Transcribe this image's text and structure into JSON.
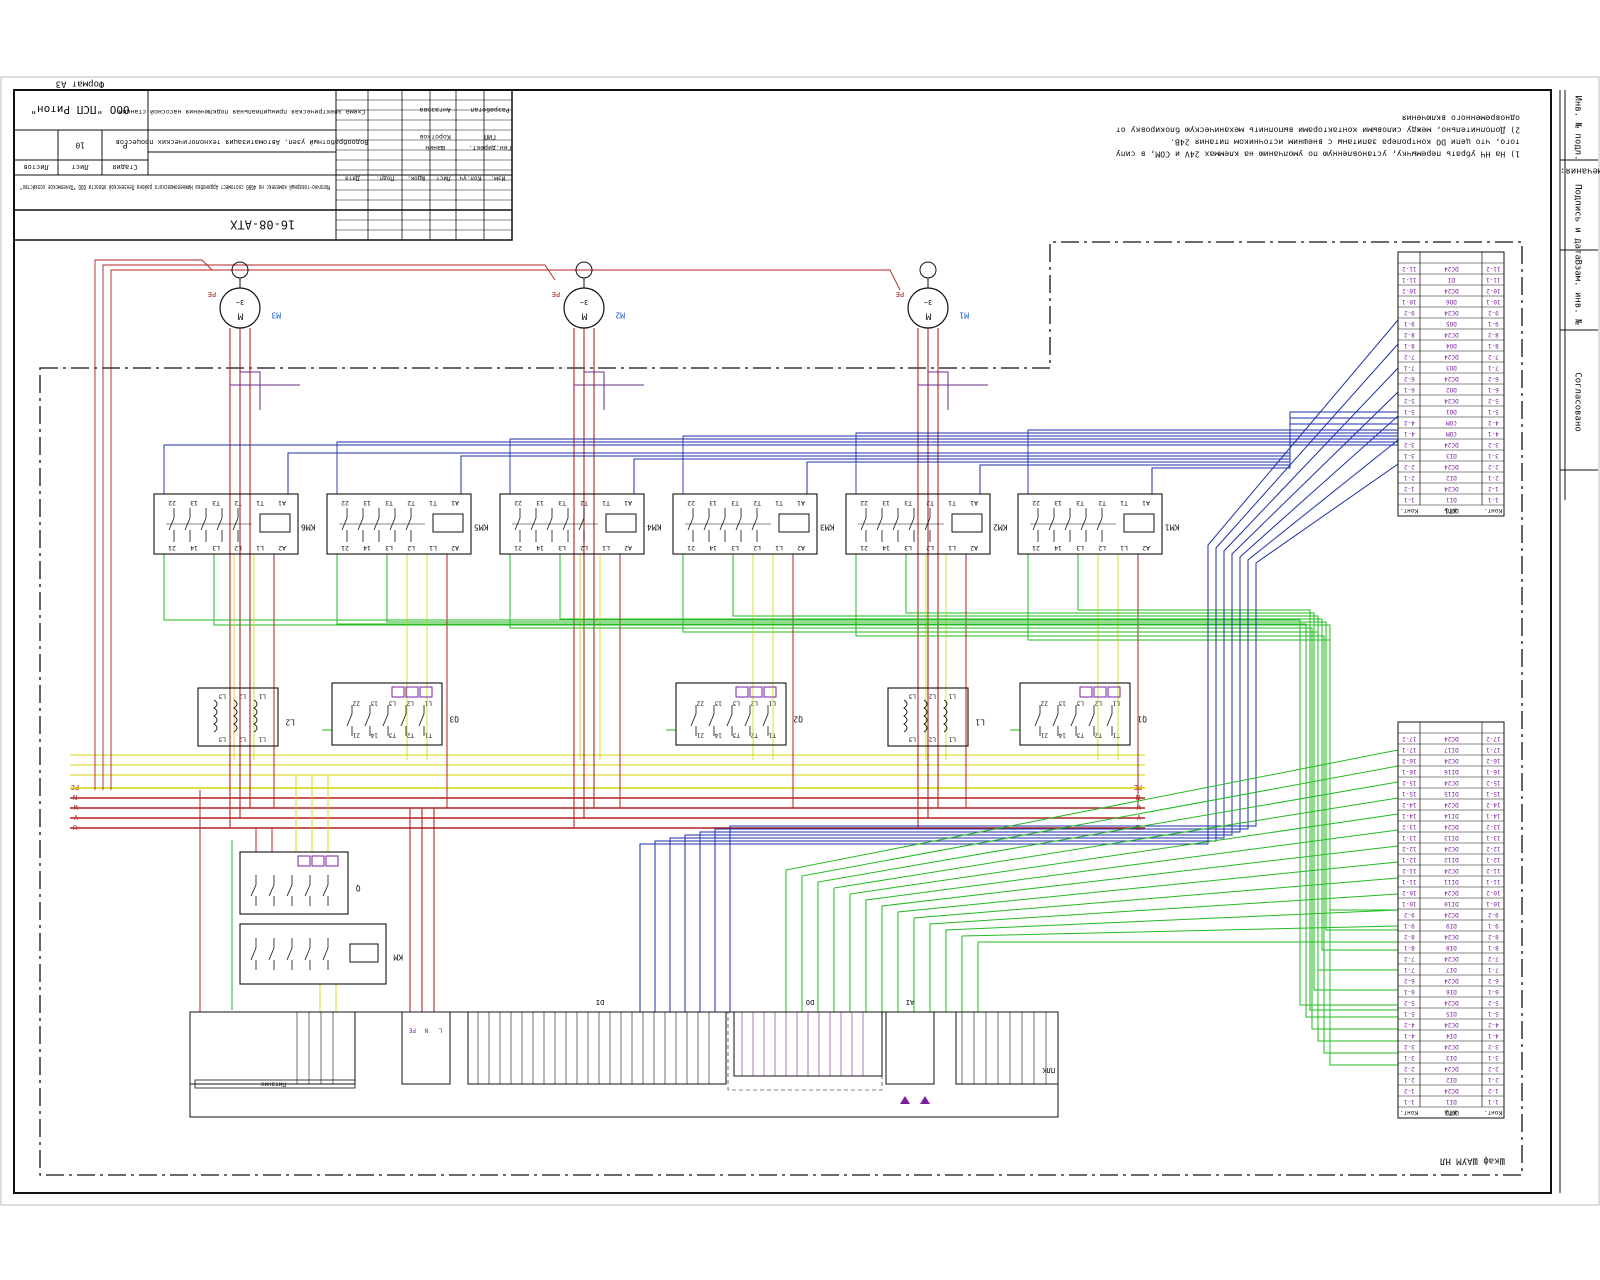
{
  "sheet": {
    "format": "Формат А3",
    "doc_code": "16-08-АТХ",
    "company": "ООО \"ПСП Ритон\"",
    "project_title": "Молочно-товарный комплекс на 4600 скотомест Ардинобка Нижнеломовского района Пензенской области ООО \"Пачелмское хозяйство\"",
    "drawing_title": "Водообработный узел. Автоматизация технологических процессов",
    "scheme_title": "Схема электрическая принципиальная подключения насосной станции",
    "stage": "Р",
    "sheet_no": "10",
    "stage_label": "Стадия",
    "sheet_label": "Лист",
    "sheets_label": "Листов",
    "rev_headers": [
      "Изм.",
      "Кол.уч",
      "Лист",
      "№док.",
      "Подп.",
      "Дата"
    ],
    "roles": [
      {
        "role": "Разработал",
        "name": "Ангазова"
      },
      {
        "role": "ГИП",
        "name": "Коротков"
      },
      {
        "role": "Ген.директ.",
        "name": "Шанин"
      }
    ],
    "side_labels": [
      "Инв. № подл.",
      "Подпись и дата",
      "Взам. инв. №",
      "Согласовано"
    ]
  },
  "notes": {
    "title": "Примечания:",
    "lines": [
      "1) На НЧ убрать перемычку, установленную по умолчанию на клеммах 24V и COM, в силу",
      "того, что цепи DO контролера запитаны с внешним источником питания 24В.",
      "2) Дополнительно, между силовыми контакторами выполнить механическую блокировку от",
      "одновременного включения"
    ]
  },
  "cabinet_label": "Шкаф ШАУМ НЛ",
  "motors": [
    {
      "id": "M1",
      "sym": "M",
      "phase": "3~"
    },
    {
      "id": "M2",
      "sym": "M",
      "phase": "3~"
    },
    {
      "id": "M3",
      "sym": "M",
      "phase": "3~"
    }
  ],
  "pe_label": "PE",
  "contactors": [
    "KM1",
    "KM2",
    "KM3",
    "KM4",
    "KM5",
    "KM6"
  ],
  "contactor_terms_top": [
    "A1",
    "T1",
    "T2",
    "T3",
    "13",
    "22"
  ],
  "contactor_terms_bottom": [
    "A2",
    "L1",
    "L2",
    "L3",
    "14",
    "21"
  ],
  "breakers": [
    "Q1",
    "Q2",
    "Q3"
  ],
  "breaker_terms_top": [
    "L1",
    "L2",
    "L3",
    "13",
    "22"
  ],
  "breaker_terms_bottom": [
    "T1",
    "T2",
    "T3",
    "14",
    "21"
  ],
  "chokes": [
    "L1",
    "L2"
  ],
  "choke_terms": [
    "L1",
    "L2",
    "L3"
  ],
  "main_breaker": "Q",
  "main_contactor": "KM",
  "bus_labels": [
    "U",
    "V",
    "W",
    "N",
    "PE"
  ],
  "terminal_blocks": {
    "top": {
      "name": "XT1",
      "headers": [
        "Конт.",
        "Цепь",
        "Конт."
      ],
      "rows": [
        [
          "1-1",
          "DI1",
          "1-1"
        ],
        [
          "1-2",
          "DC24",
          "1-2"
        ],
        [
          "2-1",
          "DI2",
          "2-1"
        ],
        [
          "2-2",
          "DC24",
          "2-2"
        ],
        [
          "3-1",
          "DI3",
          "3-1"
        ],
        [
          "3-2",
          "DC24",
          "3-2"
        ],
        [
          "4-1",
          "COM",
          "4-1"
        ],
        [
          "4-2",
          "COM",
          "4-2"
        ],
        [
          "5-1",
          "DO1",
          "5-1"
        ],
        [
          "5-2",
          "DC24",
          "5-2"
        ],
        [
          "6-1",
          "DO2",
          "6-1"
        ],
        [
          "6-2",
          "DC24",
          "6-2"
        ],
        [
          "7-1",
          "DO3",
          "7-1"
        ],
        [
          "7-2",
          "DC24",
          "7-2"
        ],
        [
          "8-1",
          "DO4",
          "8-1"
        ],
        [
          "8-2",
          "DC24",
          "8-2"
        ],
        [
          "9-1",
          "DO5",
          "9-1"
        ],
        [
          "9-2",
          "DC24",
          "9-2"
        ],
        [
          "10-1",
          "DO6",
          "10-1"
        ],
        [
          "10-2",
          "DC24",
          "10-2"
        ],
        [
          "11-1",
          "DI",
          "11-1"
        ],
        [
          "11-2",
          "DC24",
          "11-2"
        ]
      ]
    },
    "bottom": {
      "name": "XT2",
      "headers": [
        "Конт.",
        "Цепь",
        "Конт."
      ],
      "rows": [
        [
          "1-1",
          "DI1",
          "1-1"
        ],
        [
          "1-2",
          "DC24",
          "1-2"
        ],
        [
          "2-1",
          "DI2",
          "2-1"
        ],
        [
          "2-2",
          "DC24",
          "2-2"
        ],
        [
          "3-1",
          "DI3",
          "3-1"
        ],
        [
          "3-2",
          "DC24",
          "3-2"
        ],
        [
          "4-1",
          "DI4",
          "4-1"
        ],
        [
          "4-2",
          "DC24",
          "4-2"
        ],
        [
          "5-1",
          "DI5",
          "5-1"
        ],
        [
          "5-2",
          "DC24",
          "5-2"
        ],
        [
          "6-1",
          "DI6",
          "6-1"
        ],
        [
          "6-2",
          "DC24",
          "6-2"
        ],
        [
          "7-1",
          "DI7",
          "7-1"
        ],
        [
          "7-2",
          "DC24",
          "7-2"
        ],
        [
          "8-1",
          "DI8",
          "8-1"
        ],
        [
          "8-2",
          "DC24",
          "8-2"
        ],
        [
          "9-1",
          "DI9",
          "9-1"
        ],
        [
          "9-2",
          "DC24",
          "9-2"
        ],
        [
          "10-1",
          "DI10",
          "10-1"
        ],
        [
          "10-2",
          "DC24",
          "10-2"
        ],
        [
          "11-1",
          "DI11",
          "11-1"
        ],
        [
          "11-2",
          "DC24",
          "11-2"
        ],
        [
          "12-1",
          "DI12",
          "12-1"
        ],
        [
          "12-2",
          "DC24",
          "12-2"
        ],
        [
          "13-1",
          "DI13",
          "13-1"
        ],
        [
          "13-2",
          "DC24",
          "13-2"
        ],
        [
          "14-1",
          "DI14",
          "14-1"
        ],
        [
          "14-2",
          "DC24",
          "14-2"
        ],
        [
          "15-1",
          "DI15",
          "15-1"
        ],
        [
          "15-2",
          "DC24",
          "15-2"
        ],
        [
          "16-1",
          "DI16",
          "16-1"
        ],
        [
          "16-2",
          "DC24",
          "16-2"
        ],
        [
          "17-1",
          "DI17",
          "17-1"
        ],
        [
          "17-2",
          "DC24",
          "17-2"
        ]
      ]
    }
  },
  "plc": {
    "name": "ПЛК",
    "psu_label": "Питание",
    "power_terms": [
      "L",
      "N",
      "PE"
    ],
    "module_labels": [
      "DI",
      "DO",
      "AI"
    ]
  },
  "colors": {
    "frame": "#111111",
    "power": "#b22222",
    "pe": "#d4d400",
    "control": "#1c2fa8",
    "signal": "#22bb22",
    "device": "#7a1fa0",
    "motor_label": "#1a5ccc",
    "purple_wire": "#6a2c8a"
  }
}
